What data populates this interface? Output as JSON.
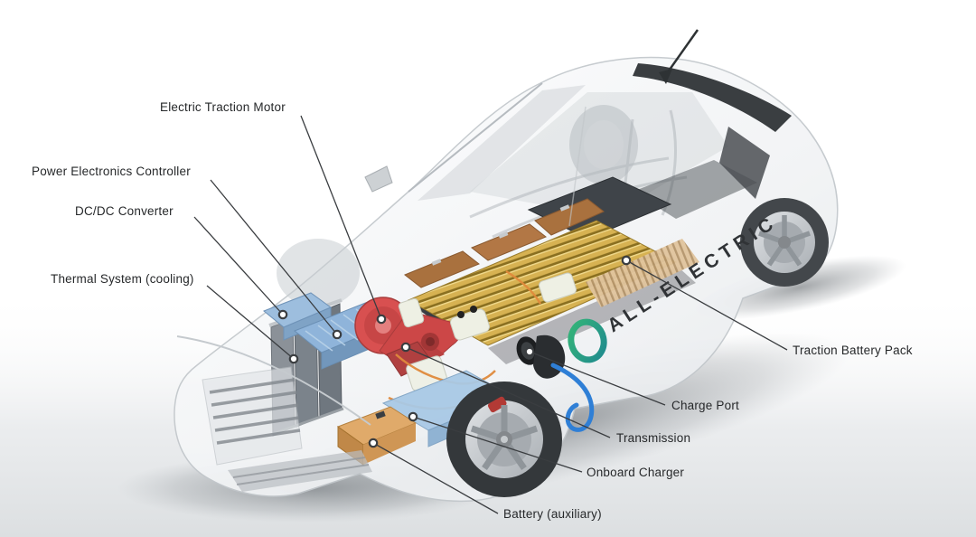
{
  "diagram": {
    "watermark": "ALL-ELECTRIC",
    "labels": [
      {
        "id": "electric-traction-motor",
        "text": "Electric Traction Motor"
      },
      {
        "id": "power-electronics-controller",
        "text": "Power Electronics Controller"
      },
      {
        "id": "dc-dc-converter",
        "text": "DC/DC Converter"
      },
      {
        "id": "thermal-system-cooling",
        "text": "Thermal System (cooling)"
      },
      {
        "id": "traction-battery-pack",
        "text": "Traction Battery Pack"
      },
      {
        "id": "charge-port",
        "text": "Charge Port"
      },
      {
        "id": "transmission",
        "text": "Transmission"
      },
      {
        "id": "onboard-charger",
        "text": "Onboard Charger"
      },
      {
        "id": "battery-auxiliary",
        "text": "Battery (auxiliary)"
      }
    ],
    "colors": {
      "motor_red": "#d85050",
      "electronics_blue": "#93b8dc",
      "battery_gold": "#d2ab4a",
      "battery_rail_copper": "#a9713e",
      "aux_battery_tan": "#dca569",
      "cable_blue": "#2f7fd6",
      "logo_green": "#2fae74",
      "label_text": "#26282a",
      "leader_line": "#3a3d40",
      "body_white": "#f2f4f6"
    }
  }
}
